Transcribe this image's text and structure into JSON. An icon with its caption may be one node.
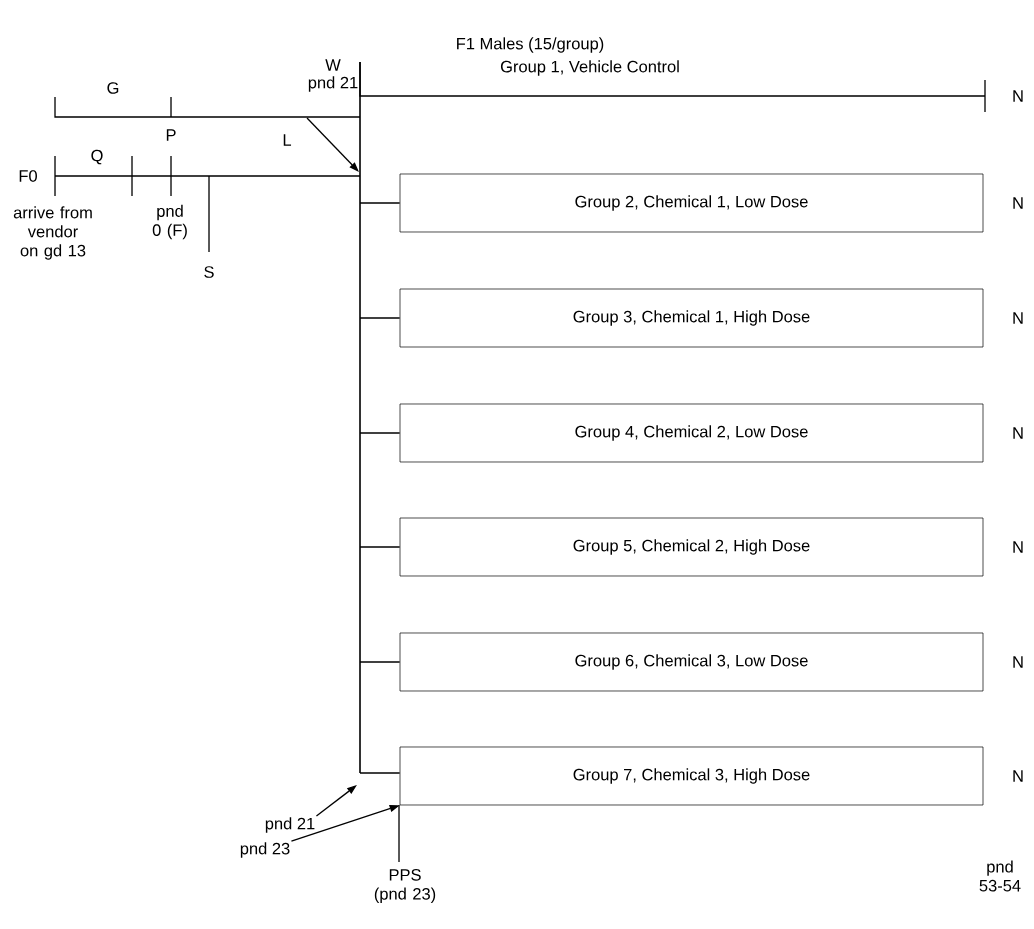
{
  "diagram": {
    "title": "F1 Males (15/group)",
    "nodes": [
      {
        "text": [],
        "shape": "bar"
      },
      {
        "text": [
          "Group 2, Chemical 1, Low Dose"
        ]
      },
      {
        "text": [
          "Group 3, Chemical 1, High Dose"
        ]
      },
      {
        "text": [
          "Group 4, Chemical 2, Low Dose"
        ]
      },
      {
        "text": [
          "Group 5, Chemical 2, High Dose"
        ]
      },
      {
        "text": [
          "Group 6, Chemical 3, Low Dose"
        ]
      },
      {
        "text": [
          "Group 7, Chemical 3, High Dose"
        ]
      },
      {
        "text": [
          "pnd 21"
        ]
      },
      {
        "text": [
          "pnd 23"
        ]
      }
    ],
    "edges": [
      {
        "from": 0,
        "to": 1,
        "arrow": "none"
      },
      {
        "from": 0,
        "to": 2,
        "arrow": "none"
      },
      {
        "from": 0,
        "to": 3,
        "arrow": "none"
      },
      {
        "from": 0,
        "to": 4,
        "arrow": "none"
      },
      {
        "from": 0,
        "to": 5,
        "arrow": "none"
      },
      {
        "from": 0,
        "to": 6,
        "arrow": "none"
      },
      {
        "from": 7,
        "to": null,
        "arrow": "to"
      },
      {
        "from": 8,
        "to": 6,
        "arrow": "to"
      }
    ],
    "labels": [
      "Group 1, Vehicle Control",
      "W",
      "pnd 21",
      "N",
      "G",
      "P",
      "L",
      "F0",
      "Q",
      "N",
      "arrive from vendor on gd 13",
      "pnd 0 (F)",
      "S",
      "N",
      "N",
      "N",
      "N",
      "N",
      "pnd 53-54",
      "PPS (pnd 23)"
    ]
  }
}
